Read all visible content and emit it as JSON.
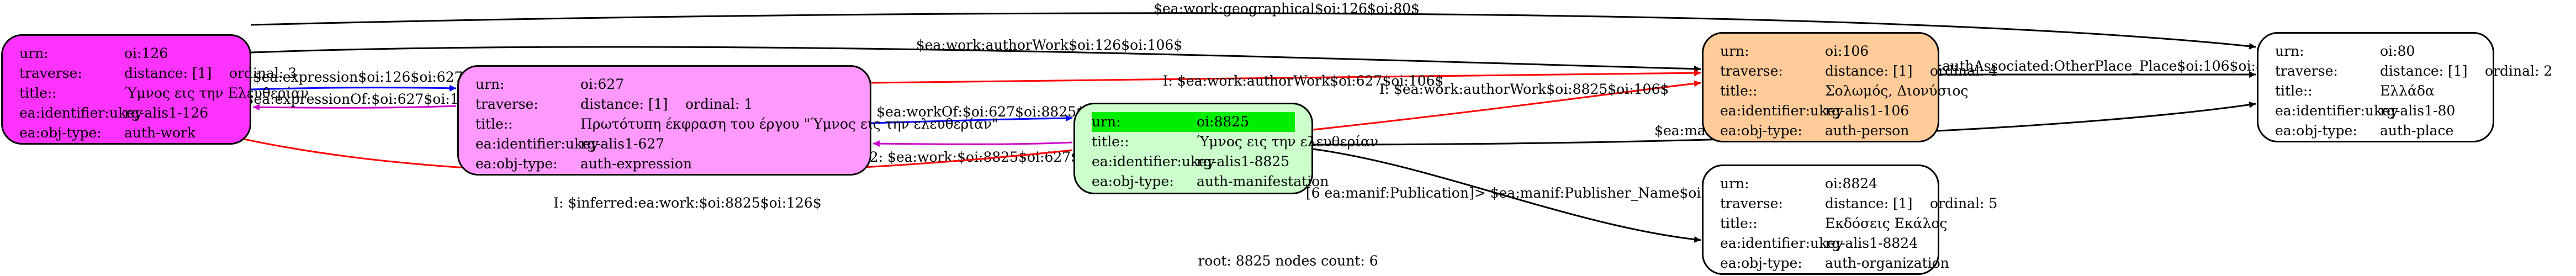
{
  "colors": {
    "work": "#ff33ff",
    "expression": "#ff99ff",
    "manifestation": "#ccffcc",
    "person": "#ffcc99",
    "place": "#ffffff",
    "organization": "#ffffff",
    "highlight": "#00ee00",
    "red_edge": "#ff0000",
    "blue_edge": "#0000ff",
    "purple_edge": "#cc00cc",
    "black_edge": "#000000"
  },
  "nodes": {
    "work": {
      "urn_label": "urn:",
      "urn": "oi:126",
      "traverse_label": "traverse:",
      "distance": "distance: [1]",
      "ordinal": "ordinal: 3",
      "title_label": "title::",
      "title": "Ύμνος εις την Ελευθερίαν",
      "ukey_label": "ea:identifier:ukey",
      "ukey": "rg-alis1-126",
      "type_label": "ea:obj-type:",
      "type": "auth-work"
    },
    "expression": {
      "urn_label": "urn:",
      "urn": "oi:627",
      "traverse_label": "traverse:",
      "distance": "distance: [1]",
      "ordinal": "ordinal: 1",
      "title_label": "title::",
      "title": "Πρωτότυπη έκφραση του έργου \"Ύμνος εις την ελευθερίαν\"",
      "ukey_label": "ea:identifier:ukey",
      "ukey": "rg-alis1-627",
      "type_label": "ea:obj-type:",
      "type": "auth-expression"
    },
    "manifestation": {
      "urn_label": "urn:",
      "urn": "oi:8825",
      "title_label": "title::",
      "title": "Ύμνος εις την ελευθερίαν",
      "ukey_label": "ea:identifier:ukey",
      "ukey": "rg-alis1-8825",
      "type_label": "ea:obj-type:",
      "type": "auth-manifestation"
    },
    "person": {
      "urn_label": "urn:",
      "urn": "oi:106",
      "traverse_label": "traverse:",
      "distance": "distance: [1]",
      "ordinal": "ordinal: 4",
      "title_label": "title::",
      "title": "Σολωμός, Διονύσιος",
      "ukey_label": "ea:identifier:ukey",
      "ukey": "rg-alis1-106",
      "type_label": "ea:obj-type:",
      "type": "auth-person"
    },
    "place": {
      "urn_label": "urn:",
      "urn": "oi:80",
      "traverse_label": "traverse:",
      "distance": "distance: [1]",
      "ordinal": "ordinal: 2",
      "title_label": "title::",
      "title": "Ελλάδα",
      "ukey_label": "ea:identifier:ukey",
      "ukey": "rg-alis1-80",
      "type_label": "ea:obj-type:",
      "type": "auth-place"
    },
    "organization": {
      "urn_label": "urn:",
      "urn": "oi:8824",
      "traverse_label": "traverse:",
      "distance": "distance: [1]",
      "ordinal": "ordinal: 5",
      "title_label": "title::",
      "title": "Εκδόσεις Εκάλος",
      "ukey_label": "ea:identifier:ukey",
      "ukey": "rg-alis1-8824",
      "type_label": "ea:obj-type:",
      "type": "auth-organization"
    }
  },
  "edges": {
    "geographical": "$ea:work:geographical$oi:126$oi:80$",
    "author_work_126": "$ea:work:authorWork$oi:126$oi:106$",
    "expression_126_627": "2: $ea:expression$oi:126$oi:627$",
    "expression_of_627_126": "I2: $ea:expressionOf:$oi:627$oi:126$",
    "author_work_627": "I: $ea:work:authorWork$oi:627$oi:106$",
    "work_of_8825_627": "2: $ea:workOf:$oi:627$oi:8825$",
    "work_8825_627": "I2: $ea:work:$oi:8825$oi:627$",
    "author_work_8825": "I: $ea:work:authorWork$oi:8825$oi:106$",
    "inferred_8825_126": "I: $inferred:ea:work:$oi:8825$oi:126$",
    "auth_associated": "$ea:authAssociated:OtherPlace_Place$oi:106$oi:80$",
    "manif_country": "$ea:manif:country$oi:8825$oi:80$",
    "publisher": "[6 ea:manif:Publication]> $ea:manif:Publisher_Name$oi:8825$oi:8824$6"
  },
  "footer": "root: 8825 nodes count: 6"
}
